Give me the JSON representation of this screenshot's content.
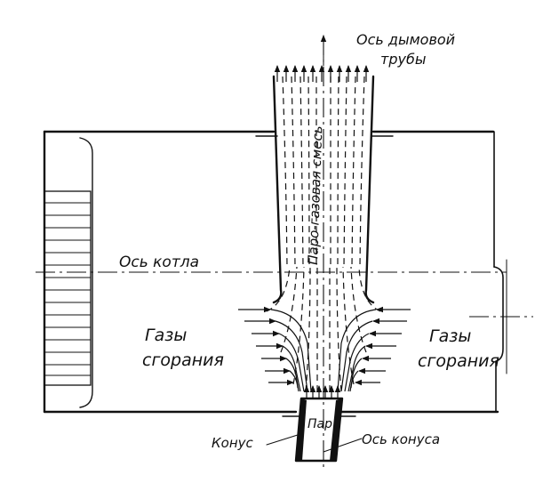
{
  "labels": {
    "chimney_axis_1": "Ось дымовой",
    "chimney_axis_2": "трубы",
    "mixture": "Паро-газовая смесь",
    "boiler_axis": "Ось котла",
    "gases_left_1": "Газы",
    "gases_left_2": "сгорания",
    "gases_right_1": "Газы",
    "gases_right_2": "сгорания",
    "steam": "Пар",
    "cone": "Конус",
    "cone_axis": "Ось конуса"
  },
  "colors": {
    "ink": "#111111",
    "paper": "#ffffff"
  }
}
